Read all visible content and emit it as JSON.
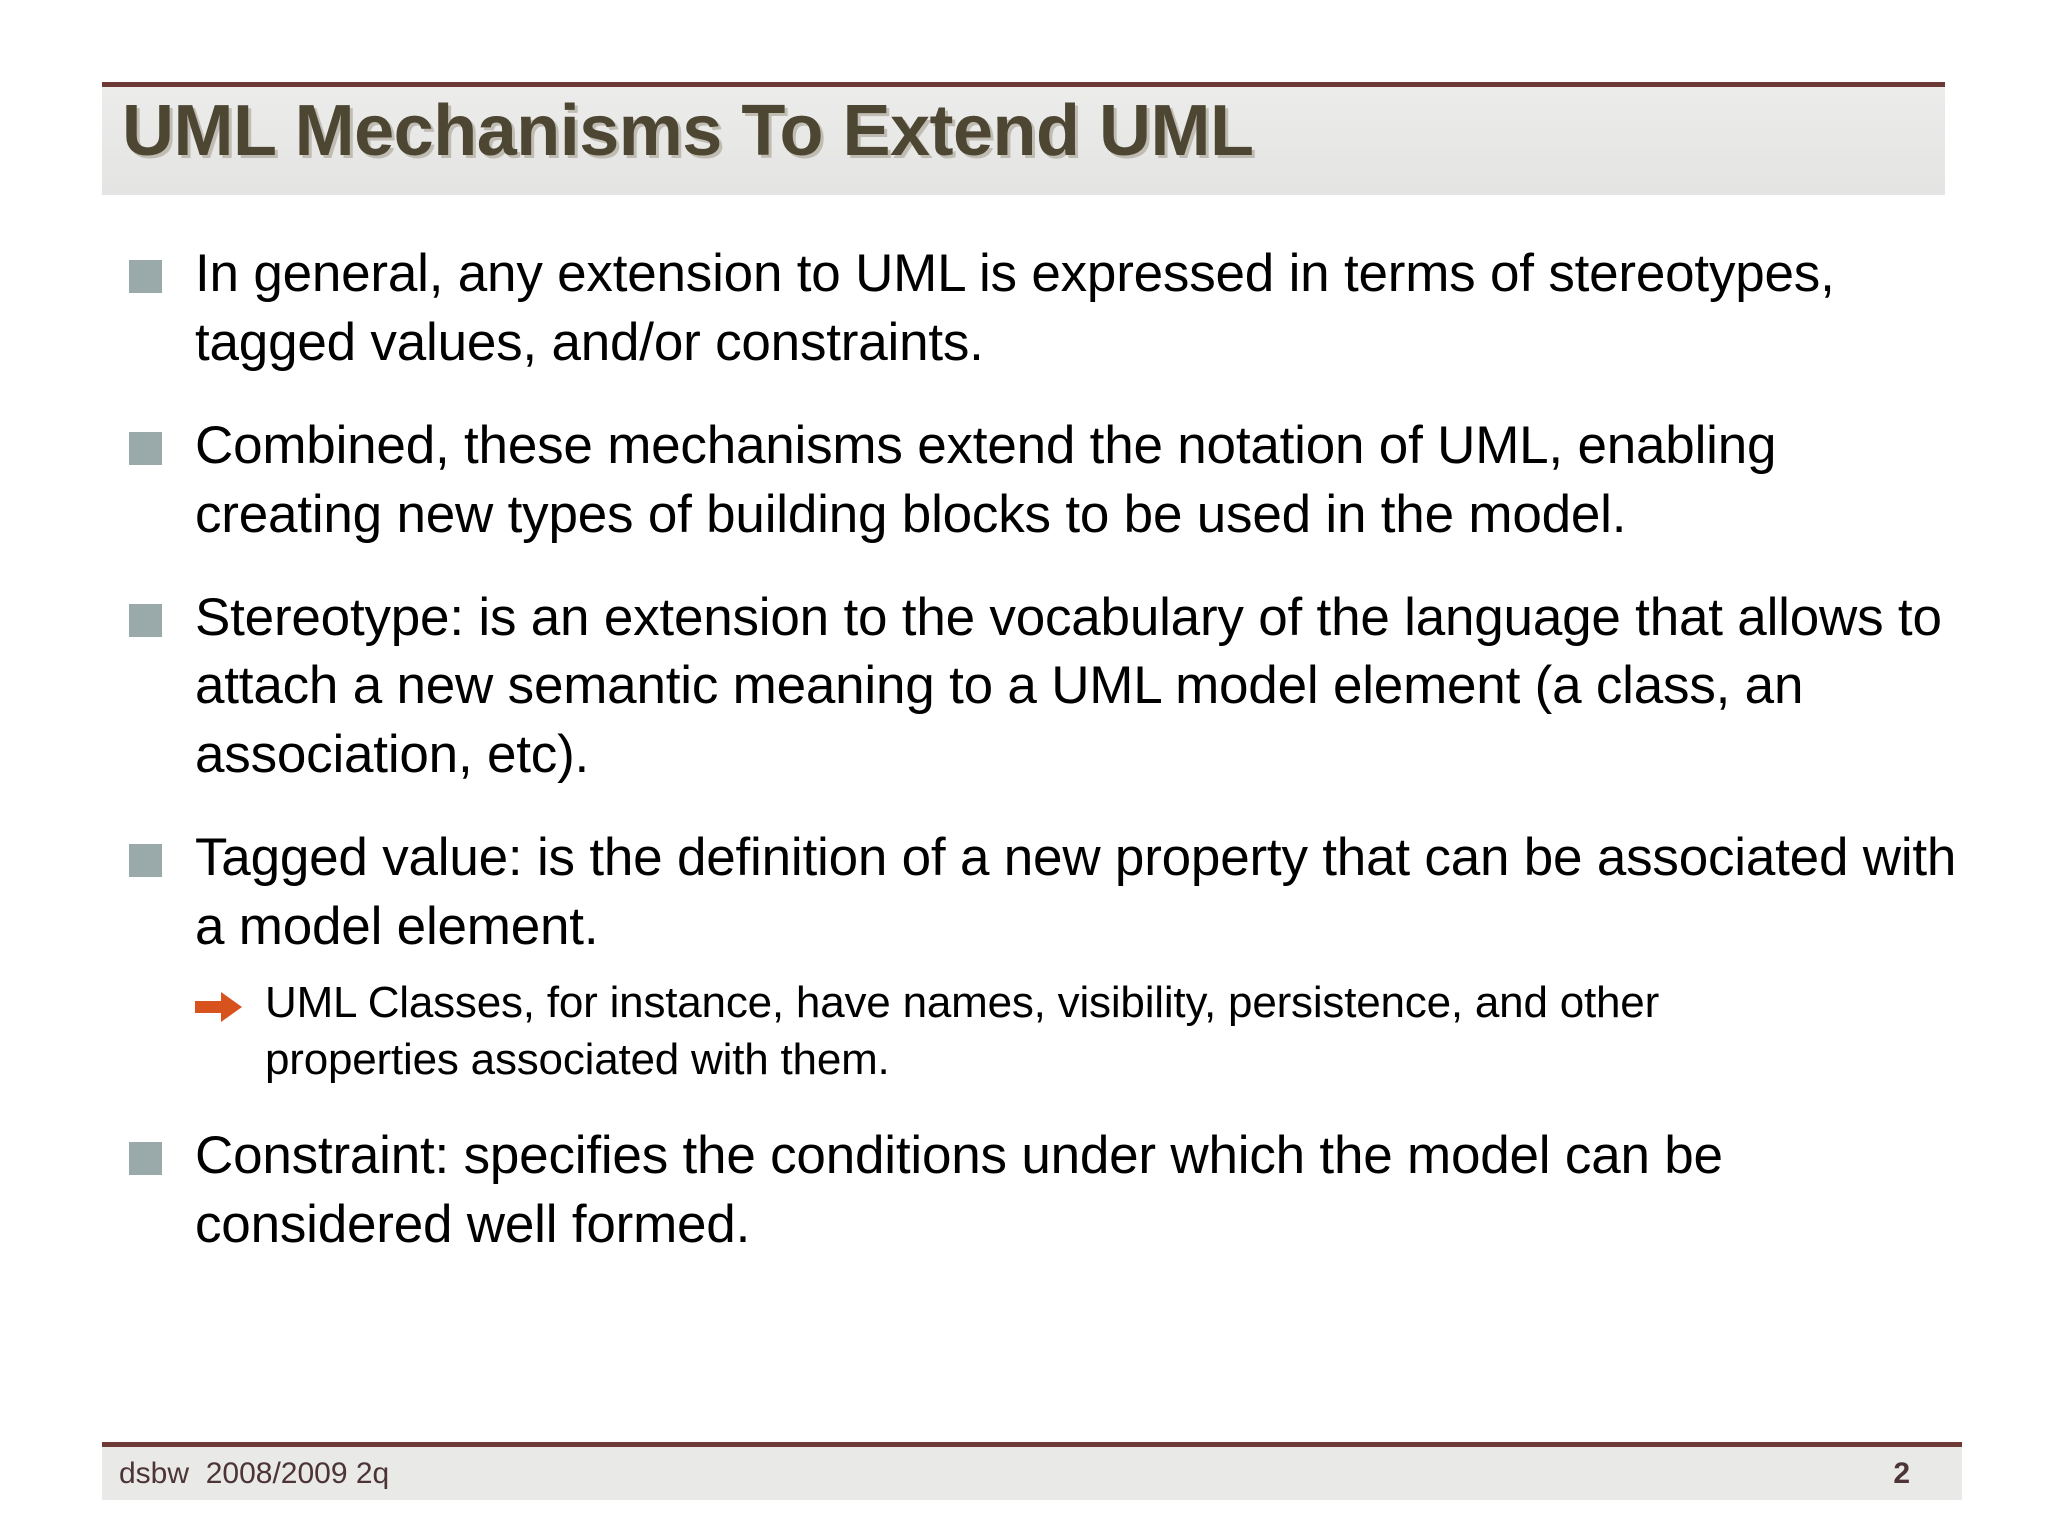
{
  "slide": {
    "title": "UML Mechanisms To Extend UML",
    "title_color": "#4c4632",
    "accent_rule_color": "#6e3a38",
    "band_background": "#e9e9e8",
    "bullet_marker_color": "#9aa9a9",
    "sub_marker_color": "#d8521e",
    "body_text_color": "#000000"
  },
  "bullets": [
    {
      "marker": "square-bullet",
      "text": "In general, any extension to UML is expressed in terms of stereotypes, tagged values, and/or constraints."
    },
    {
      "marker": "square-bullet",
      "text": "Combined, these mechanisms extend the notation of UML, enabling creating new types of building blocks to be used in the model."
    },
    {
      "marker": "square-bullet",
      "text": "Stereotype: is an extension to the vocabulary of the language that allows to attach a new semantic meaning to a UML model element (a class, an association, etc)."
    },
    {
      "marker": "square-bullet",
      "text": "Tagged value: is the definition of a new property that can be associated with a model element."
    },
    {
      "marker": "square-bullet",
      "text": "Constraint: specifies the conditions under which the model can be considered well formed."
    }
  ],
  "sub_bullets": [
    {
      "marker": "arrow-bullet",
      "text": "UML Classes, for instance, have names, visibility, persistence, and other properties associated with them."
    }
  ],
  "footer": {
    "left_text": "dsbw  2008/2009 2q",
    "page_number": "2"
  }
}
